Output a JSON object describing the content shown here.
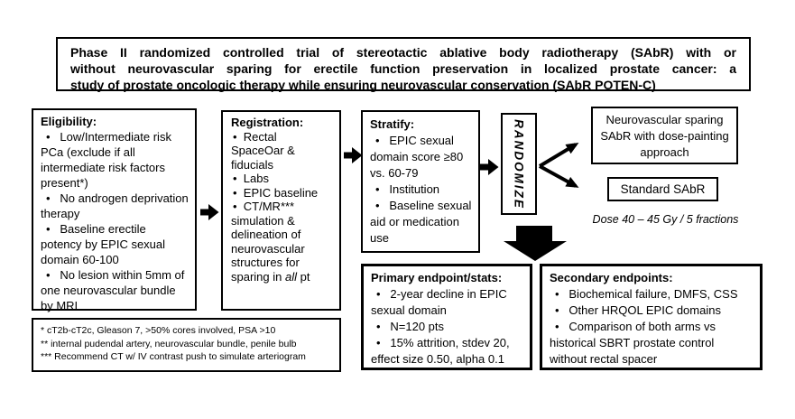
{
  "title": {
    "lines": [
      "Phase II randomized controlled trial of stereotactic ablative body radiotherapy (SAbR) with or",
      "without neurovascular sparing for erectile function preservation in localized prostate cancer: a",
      "study of prostate oncologic therapy while ensuring neurovascular conservation (SAbR POTEN-C)"
    ]
  },
  "eligibility": {
    "heading": "Eligibility:",
    "items": [
      "Low/Intermediate risk PCa (exclude if all intermediate risk factors present*)",
      "No androgen deprivation therapy",
      "Baseline erectile potency by EPIC sexual domain 60-100",
      "No lesion within 5mm of one neurovascular bundle by MRI"
    ]
  },
  "registration": {
    "heading": "Registration:",
    "items": [
      "Rectal SpaceOar & fiducials",
      "Labs",
      "EPIC baseline"
    ],
    "ct_item": {
      "pre": "CT/MR*** simulation & delineation of neurovascular structures for sparing in ",
      "italic": "all",
      "post": " pt"
    }
  },
  "stratify": {
    "heading": "Stratify:",
    "items": [
      "EPIC sexual domain score ≥80 vs. 60-79",
      "Institution",
      "Baseline sexual aid or medication use"
    ]
  },
  "randomize": {
    "label": "RANDOMIZE"
  },
  "arms": {
    "experimental": "Neurovascular sparing SAbR with dose-painting approach",
    "control": "Standard SAbR",
    "dose_note": "Dose 40 – 45 Gy / 5 fractions"
  },
  "primary": {
    "heading": "Primary endpoint/stats:",
    "items": [
      "2-year decline in EPIC sexual domain",
      "N=120 pts",
      "15% attrition, stdev 20, effect size 0.50, alpha 0.1"
    ]
  },
  "secondary": {
    "heading": "Secondary endpoints:",
    "items": [
      "Biochemical failure, DMFS, CSS",
      "Other HRQOL EPIC domains",
      "Comparison of both arms vs historical SBRT prostate control without rectal spacer"
    ]
  },
  "footnotes": {
    "lines": [
      "* cT2b-cT2c, Gleason 7, >50% cores involved, PSA >10",
      "** internal pudendal artery, neurovascular bundle, penile bulb",
      "*** Recommend CT w/ IV contrast push to simulate arteriogram"
    ]
  },
  "colors": {
    "ink": "#000000",
    "background": "#ffffff"
  }
}
